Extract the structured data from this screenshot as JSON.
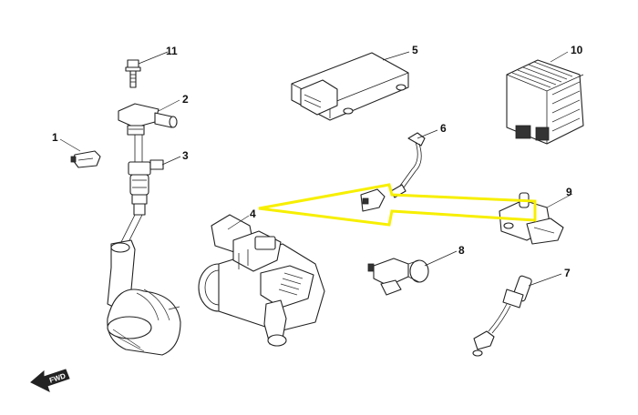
{
  "highlight_color": "#f7ef00",
  "callouts": [
    {
      "id": "1",
      "label": "1"
    },
    {
      "id": "2",
      "label": "2"
    },
    {
      "id": "3",
      "label": "3"
    },
    {
      "id": "4",
      "label": "4"
    },
    {
      "id": "5",
      "label": "5"
    },
    {
      "id": "6",
      "label": "6"
    },
    {
      "id": "7",
      "label": "7"
    },
    {
      "id": "8",
      "label": "8"
    },
    {
      "id": "9",
      "label": "9"
    },
    {
      "id": "10",
      "label": "10"
    },
    {
      "id": "11",
      "label": "11"
    }
  ],
  "direction_arrow": {
    "label": "FWD"
  }
}
